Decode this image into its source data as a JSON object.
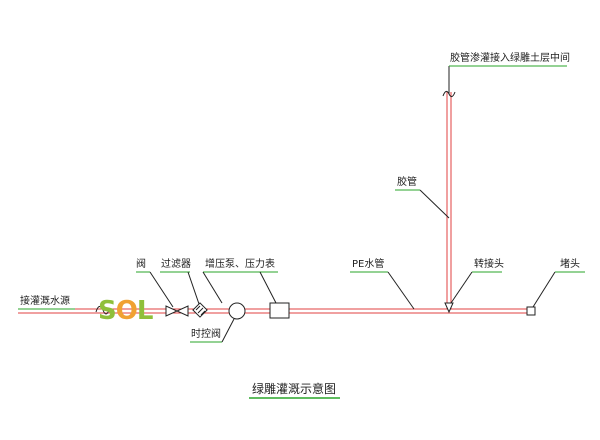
{
  "labels": {
    "hose_outlet": "胶管渗灌接入绿雕土层中间",
    "hose": "胶管",
    "pe_pipe": "PE水管",
    "adapter": "转接头",
    "plug": "堵头",
    "valve": "阀",
    "filter": "过滤器",
    "pump_gauge": "增压泵、压力表",
    "timer_valve": "时控阀",
    "water_source": "接灌溉水源"
  },
  "title": "绿雕灌溉示意图",
  "logo": {
    "s": "S",
    "o": "O",
    "l": "L"
  },
  "colors": {
    "pipe": "#e04040",
    "leader": "#2aa52a",
    "ink": "#222222",
    "logo_green": "#8fbf3a",
    "logo_orange": "#f0a132"
  }
}
